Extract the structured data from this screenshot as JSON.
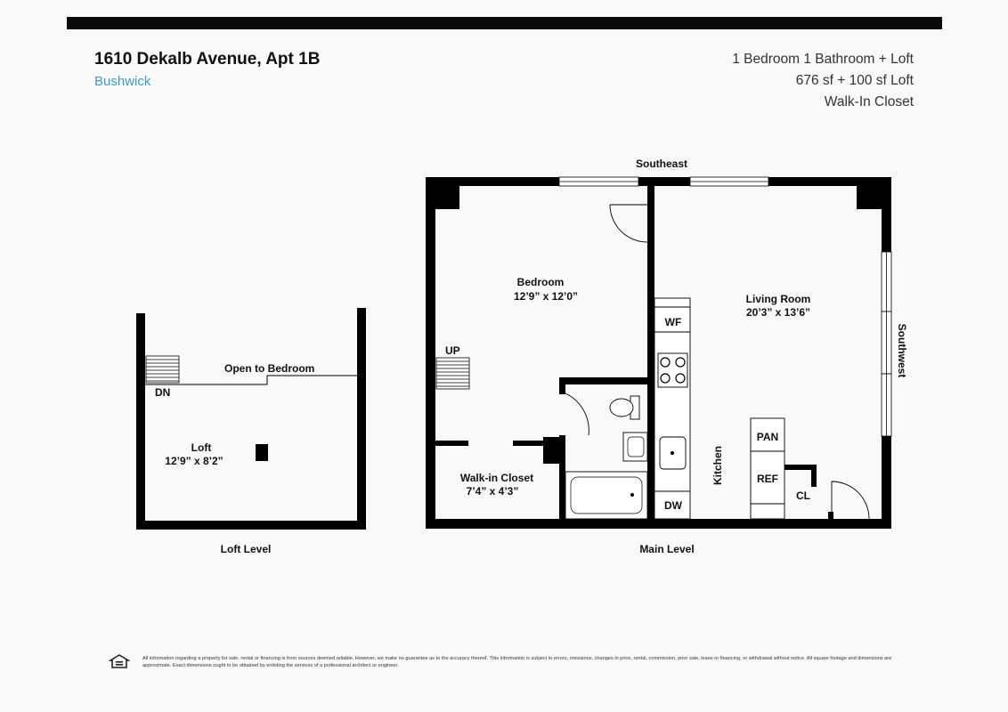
{
  "header": {
    "address": "1610 Dekalb Avenue, Apt 1B",
    "neighborhood": "Bushwick",
    "specs": [
      "1 Bedroom 1 Bathroom + Loft",
      "676 sf + 100 sf Loft",
      "Walk-In Closet"
    ]
  },
  "plan": {
    "orientation_top": "Southeast",
    "orientation_right": "Southwest",
    "loft_level": {
      "label": "Loft Level",
      "open_to_bedroom": "Open to Bedroom",
      "stair": "DN",
      "room_name": "Loft",
      "room_dims": "12’9” x 8’2”"
    },
    "main_level": {
      "label": "Main Level",
      "stair": "UP",
      "bedroom": {
        "name": "Bedroom",
        "dims": "12’9” x 12’0”"
      },
      "living_room": {
        "name": "Living Room",
        "dims": "20’3” x 13’6”"
      },
      "walk_in_closet": {
        "name": "Walk-in Closet",
        "dims": "7’4” x 4’3”"
      },
      "kitchen": "Kitchen",
      "wf": "WF",
      "dw": "DW",
      "pan": "PAN",
      "ref": "REF",
      "cl": "CL"
    }
  },
  "footer": {
    "disclaimer": "All information regarding a property for sale, rental or financing is from sources deemed reliable. However, we make no guarantee as to the accuracy thereof. This information is subject to errors, omissions, changes in price, rental, commission, prior sale, lease or financing, or withdrawal without notice. All square footage and dimensions are approximate. Exact dimensions ought to be obtained by enlisting the services of a professional architect or engineer.",
    "equal_housing_icon": "equal-housing-opportunity-icon"
  }
}
